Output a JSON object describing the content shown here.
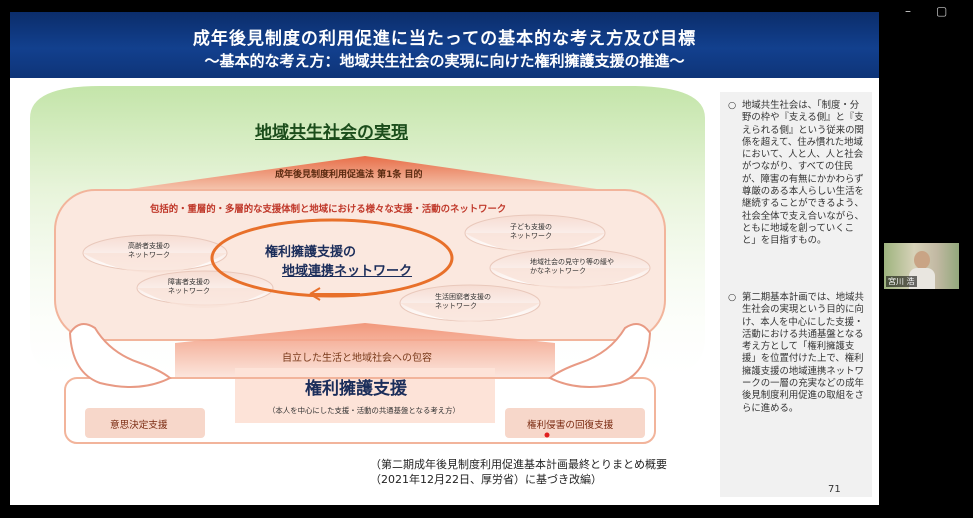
{
  "window": {
    "minimize_glyph": "–",
    "maximize_glyph": "▢"
  },
  "slide": {
    "title_line1": "成年後見制度の利用促進に当たっての基本的な考え方及び目標",
    "title_line2": "～基本的な考え方：地域共生社会の実現に向けた権利擁護支援の推進～",
    "page_number": "71",
    "source_note_line1": "（第二期成年後見制度利用促進基本計画最終とりまとめ概要",
    "source_note_line2": "（2021年12月22日、厚労省）に基づき改編）"
  },
  "diagram": {
    "society_title": "地域共生社会の実現",
    "law_label": "成年後見制度利用促進法 第1条 目的",
    "network_label": "包括的・重層的・多層的な支援体制と地域における様々な支援・活動のネットワーク",
    "center_line1": "権利擁護支援の",
    "center_line2": "地域連携ネットワーク",
    "bowls": {
      "elderly": "高齢者支援の\nネットワーク",
      "disability": "障害者支援の\nネットワーク",
      "children": "子ども支援の\nネットワーク",
      "community": "地域社会の見守り等の緩や\nかなネットワーク",
      "poverty": "生活困窮者支援の\nネットワーク"
    },
    "inclusion_label": "自立した生活と地域社会への包容",
    "advocacy_title": "権利擁護支援",
    "advocacy_sub": "（本人を中心にした支援・活動の共通基盤となる考え方）",
    "left_box": "意思決定支援",
    "right_box": "権利侵害の回復支援"
  },
  "notes": [
    "地域共生社会は、「制度・分野の枠や『支える側』と『支えられる側』という従来の関係を超えて、住み慣れた地域において、人と人、人と社会がつながり、すべての住民が、障害の有無にかかわらず尊厳のある本人らしい生活を継続することができるよう、社会全体で支え合いながら、ともに地域を創っていくこと」を目指すもの。",
    "第二期基本計画では、地域共生社会の実現という目的に向け、本人を中心にした支援・活動における共通基盤となる考え方として「権利擁護支援」を位置付けた上で、権利擁護支援の地域連携ネットワークの一層の充実などの成年後見制度利用促進の取組をさらに進める。"
  ],
  "note_bullet": "○",
  "participant": {
    "name": "宮川 浩"
  },
  "colors": {
    "title_bg": "#12408e",
    "green": "#c9e6a8",
    "orange": "#e8702a",
    "pink_band": "#f4c7b7",
    "text_red": "#c0392b"
  }
}
